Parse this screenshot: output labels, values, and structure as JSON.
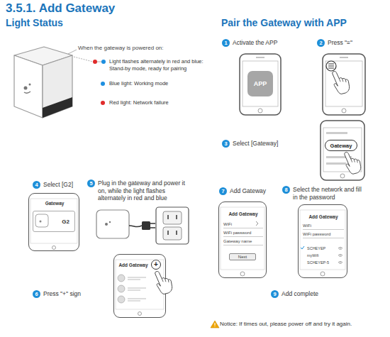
{
  "diagram": {
    "title": "3.5.1. Add Gateway",
    "nodes": [
      {
        "text": [
          "1",
          "Activate the APP"
        ]
      },
      {
        "text": [
          "APP"
        ]
      },
      {
        "text": [
          "2",
          "Press \"≡\""
        ]
      },
      {
        "text": [
          "3",
          "Select [Gateway]"
        ]
      },
      {
        "text": [
          "Gateway"
        ]
      },
      {
        "text": [
          "4",
          "Select [G2]"
        ]
      },
      {
        "text": [
          "Gateway"
        ]
      },
      {
        "text": [
          "G2"
        ],
        "in": 6
      },
      {
        "text": [
          "5",
          "Plug in the gateway and power it on, while the light flashes alternately in red and blue"
        ]
      },
      {
        "text": [
          "6",
          "Press \"+\" sign"
        ]
      },
      {
        "text": [
          "Add Gateway"
        ]
      },
      {
        "text": [
          "+"
        ],
        "in": 10
      },
      {
        "text": [
          "7",
          "Add Gateway"
        ]
      },
      {
        "text": [
          "Add Gateway",
          "WiFi",
          "WiFi password",
          "Gateway name"
        ]
      },
      {
        "text": [
          "Next"
        ],
        "in": 13
      },
      {
        "text": [
          "8",
          "Select the network and fill in the password"
        ]
      },
      {
        "text": [
          "Add Gateway",
          "WiFi",
          "WiFi password",
          "SCHEYEP",
          "myWifi",
          "SCHEYEP-5"
        ]
      },
      {
        "text": [
          "9",
          "Add complete"
        ]
      }
    ],
    "labels": [
      "Light Status",
      "When the gateway is powered on:",
      "Pair the Gateway with APP",
      "Notice: If times out, please power off and try it again."
    ],
    "legend": [
      {
        "text": "Light flashes alternately in red and blue: Stand-by mode, ready for pairing"
      },
      {
        "text": "Blue light: Working mode",
        "color": "#1e8fe0"
      },
      {
        "text": "Red light: Network failure",
        "color": "#e02b2b"
      }
    ]
  }
}
